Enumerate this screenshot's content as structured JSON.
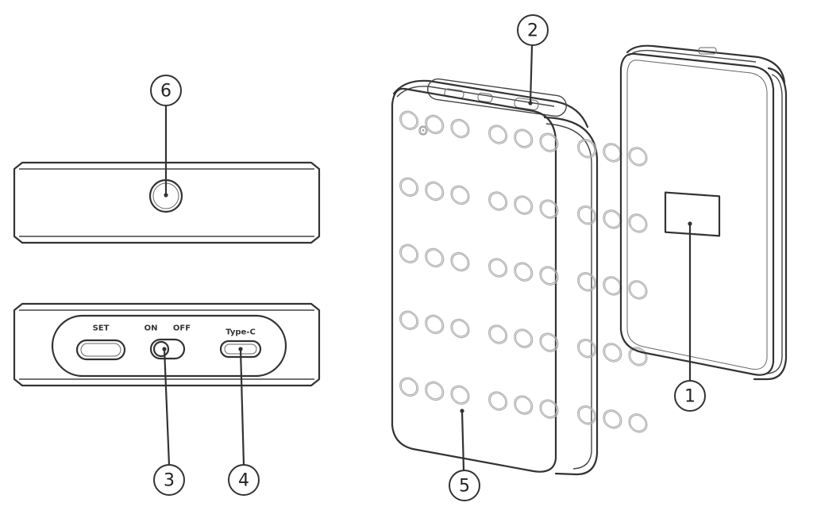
{
  "callouts": {
    "c1": "1",
    "c2": "2",
    "c3": "3",
    "c4": "4",
    "c5": "5",
    "c6": "6"
  },
  "port_labels": {
    "set": "SET",
    "on": "ON",
    "off": "OFF",
    "type_c": "Type-C"
  },
  "colors": {
    "line": "#333333",
    "background": "#ffffff"
  }
}
